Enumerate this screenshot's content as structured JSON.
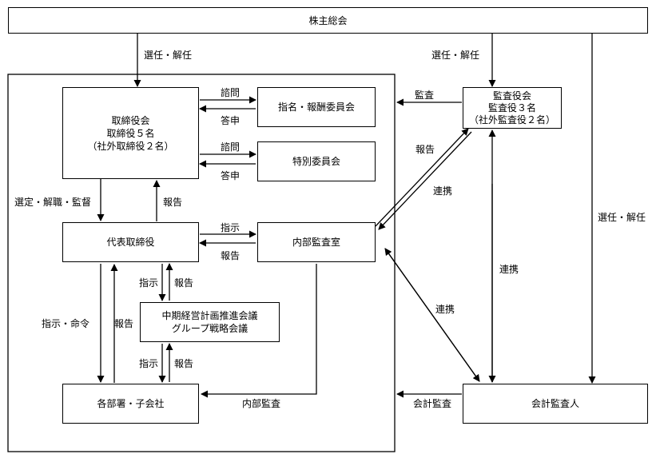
{
  "boxes": {
    "shareholders": [
      "株主総会"
    ],
    "board": [
      "取締役会",
      "取締役５名",
      "（社外取締役２名）"
    ],
    "nomination_committee": [
      "指名・報酬委員会"
    ],
    "special_committee": [
      "特別委員会"
    ],
    "representative_director": [
      "代表取締役"
    ],
    "internal_audit_office": [
      "内部監査室"
    ],
    "midterm_meeting": [
      "中期経営計画推進会議",
      "グループ戦略会議"
    ],
    "departments": [
      "各部署・子会社"
    ],
    "audit_board": [
      "監査役会",
      "監査役３名",
      "（社外監査役２名）"
    ],
    "accounting_auditor": [
      "会計監査人"
    ]
  },
  "labels": {
    "elect_dismiss_left": "選任・解任",
    "elect_dismiss_mid": "選任・解任",
    "elect_dismiss_right": "選任・解任",
    "inquiry_1": "諮問",
    "answer_1": "答申",
    "inquiry_2": "諮問",
    "answer_2": "答申",
    "audit": "監査",
    "report_to_audit": "報告",
    "cooperation_1": "連携",
    "select_dismiss_supervise": "選定・解職・監督",
    "report_to_board": "報告",
    "instruct_to_audit_office": "指示",
    "report_from_audit_office": "報告",
    "cooperation_2": "連携",
    "cooperation_3": "連携",
    "instruct_to_meeting": "指示",
    "report_from_meeting": "報告",
    "instruct_order": "指示・命令",
    "report_from_depts": "報告",
    "instruct_meeting_to_depts": "指示",
    "report_depts_to_meeting": "報告",
    "internal_audit": "内部監査",
    "accounting_audit": "会計監査"
  }
}
